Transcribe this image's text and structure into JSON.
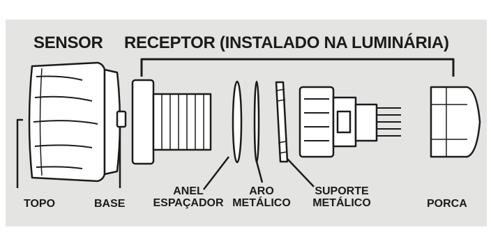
{
  "titles": {
    "sensor": "SENSOR",
    "receptor": "RECEPTOR (INSTALADO NA LUMINÁRIA)"
  },
  "labels": {
    "topo": "TOPO",
    "base": "BASE",
    "anel_line1": "ANEL",
    "anel_line2": "ESPAÇADOR",
    "aro_line1": "ARO",
    "aro_line2": "METÁLICO",
    "suporte_line1": "SUPORTE",
    "suporte_line2": "METÁLICO",
    "porca": "PORCA"
  },
  "colors": {
    "background": "#e4e4e2",
    "part_fill": "#ffffff",
    "stroke": "#1b1b1b"
  }
}
